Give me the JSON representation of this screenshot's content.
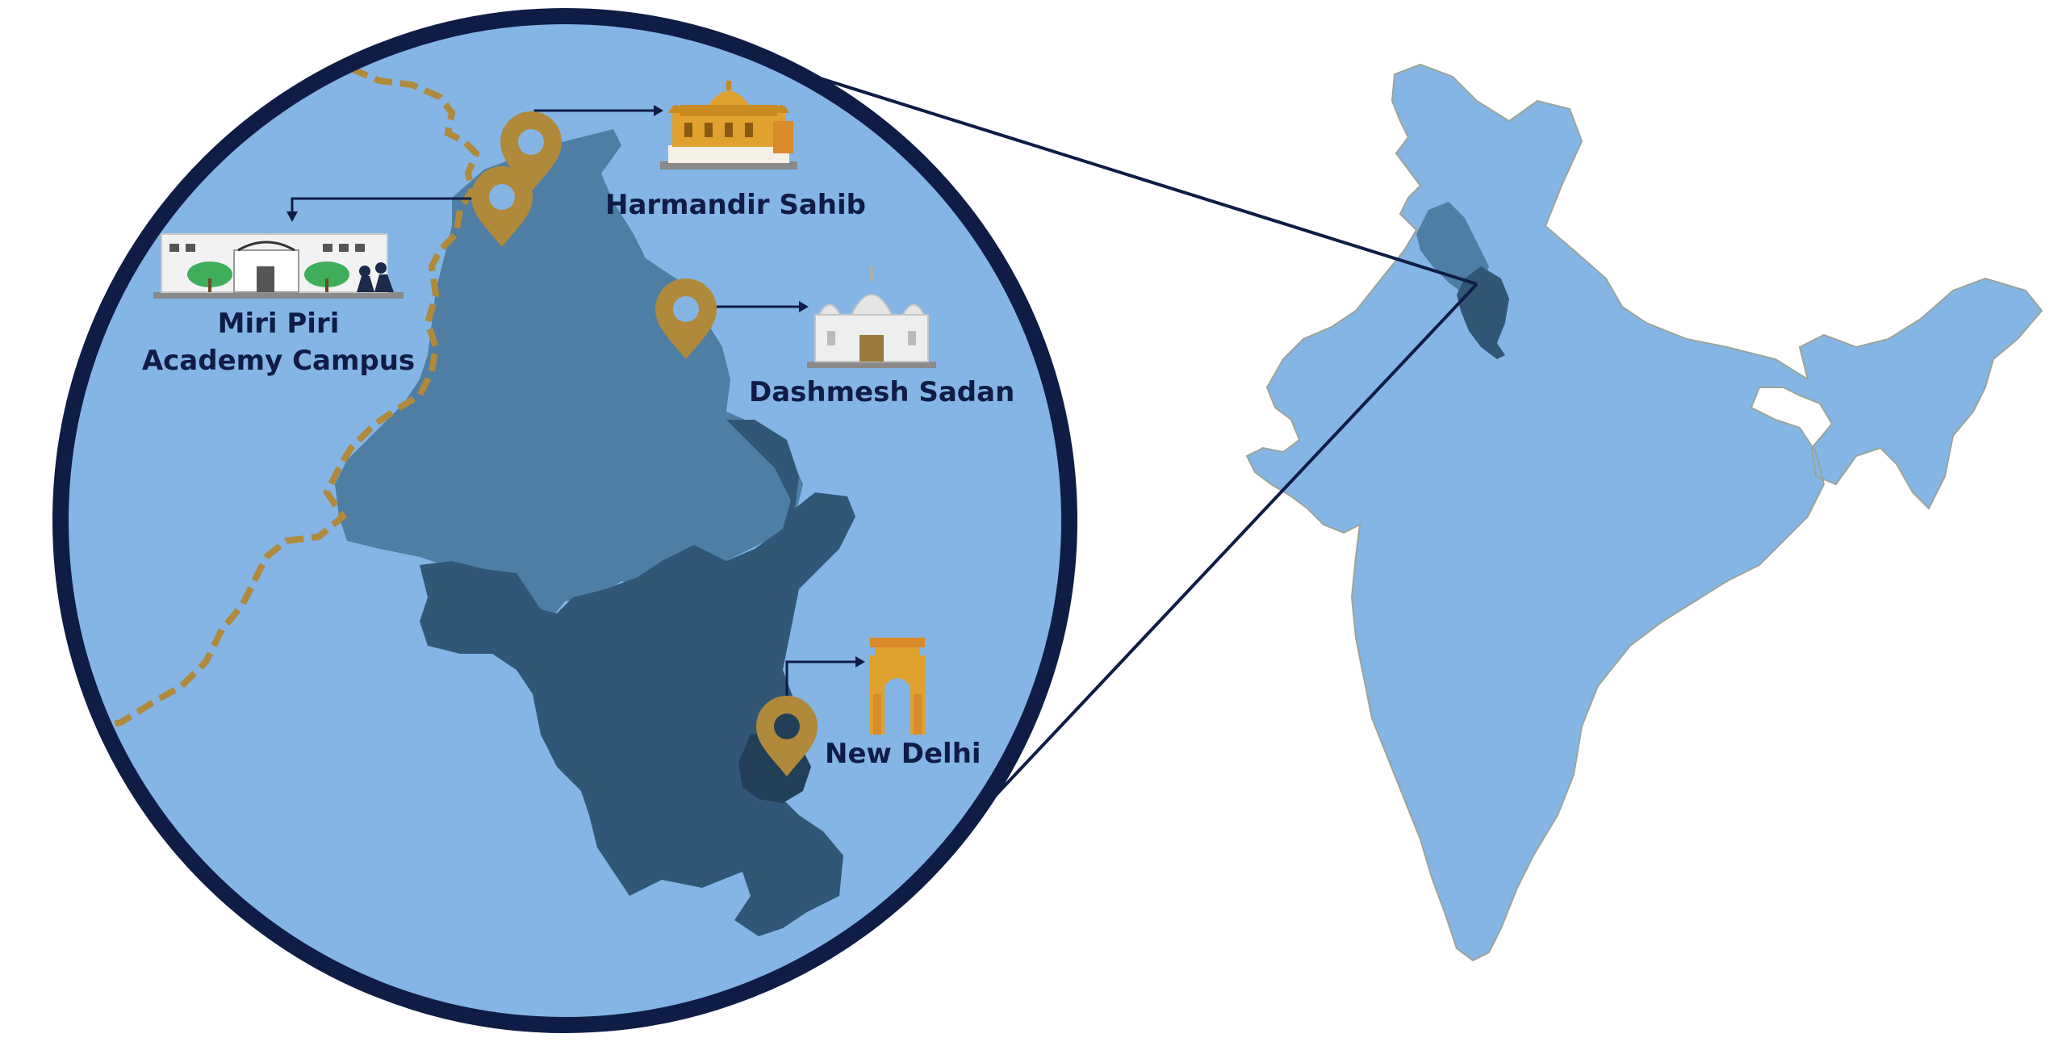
{
  "colors": {
    "sea_light": "#84B5E5",
    "punjab": "#4F7EA4",
    "haryana": "#325776",
    "delhi": "#223F58",
    "ring": "#0F1C45",
    "border_dash": "#B0893A",
    "pin": "#B0893A",
    "label_text": "#0F1C45",
    "india": "#84B5E5"
  },
  "labels": {
    "harmandir": "Harmandir Sahib",
    "miri_line1": "Miri Piri",
    "miri_line2": "Academy Campus",
    "dashmesh": "Dashmesh Sadan",
    "delhi": "New Delhi"
  },
  "icons": {
    "harmandir": "golden-temple-icon",
    "miri": "academy-building-icon",
    "dashmesh": "white-gurdwara-icon",
    "delhi": "india-gate-icon",
    "pin": "map-pin-icon"
  }
}
